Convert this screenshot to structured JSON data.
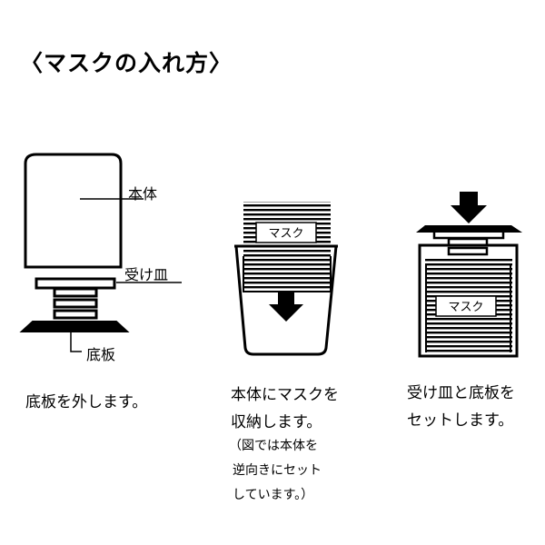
{
  "title": "〈マスクの入れ方〉",
  "diagram1": {
    "label_body": "本体",
    "label_tray": "受け皿",
    "label_base": "底板",
    "caption": "底板を外します。"
  },
  "diagram2": {
    "mask_label": "マスク",
    "caption_line1": "本体にマスクを",
    "caption_line2": "収納します。",
    "note_line1": "（図では本体を",
    "note_line2": "逆向きにセット",
    "note_line3": "しています。）"
  },
  "diagram3": {
    "mask_label": "マスク",
    "caption_line1": "受け皿と底板を",
    "caption_line2": "セットします。"
  }
}
